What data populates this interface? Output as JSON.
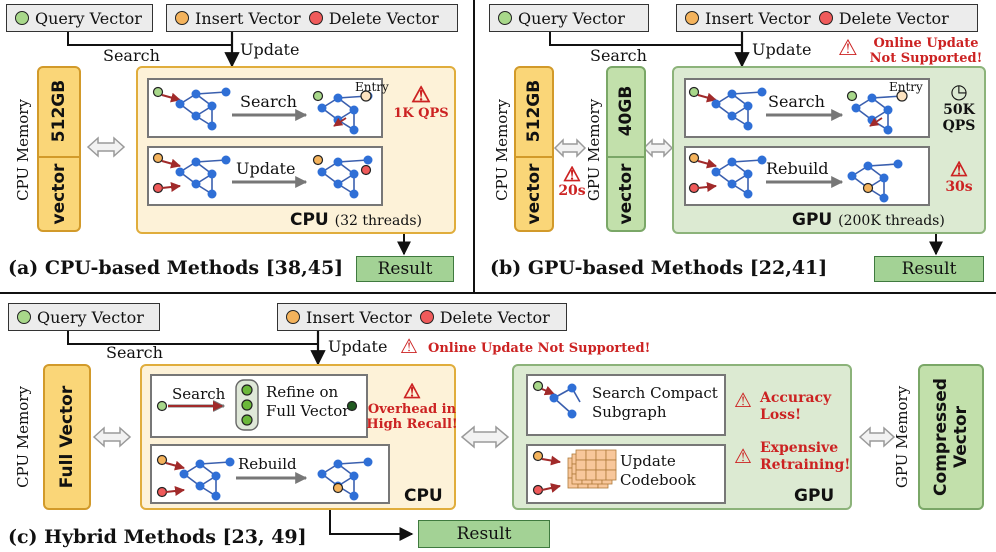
{
  "inputs": {
    "query": "Query Vector",
    "insert": "Insert Vector",
    "delete": "Delete Vector",
    "search": "Search",
    "update": "Update"
  },
  "panel_a": {
    "caption": "(a) CPU-based Methods [38,45]",
    "memory_label": "CPU Memory",
    "memory_size": "512GB",
    "memory_content": "vector",
    "op_search": "Search",
    "op_update": "Update",
    "entry": "Entry",
    "qps": "1K QPS",
    "hw": "CPU",
    "threads": "(32 threads)",
    "result": "Result"
  },
  "panel_b": {
    "caption": "(b) GPU-based Methods [22,41]",
    "cpu_memory_label": "CPU Memory",
    "cpu_memory_size": "512GB",
    "cpu_memory_content": "vector",
    "gpu_memory_label": "GPU Memory",
    "gpu_memory_size": "40GB",
    "gpu_memory_content": "vector",
    "transfer_time": "20s",
    "warning_line1": "Online Update",
    "warning_line2": "Not Supported!",
    "op_search": "Search",
    "op_rebuild": "Rebuild",
    "entry": "Entry",
    "qps_line1": "50K",
    "qps_line2": "QPS",
    "rebuild_time": "30s",
    "hw": "GPU",
    "threads": "(200K threads)",
    "result": "Result"
  },
  "panel_c": {
    "caption": "(c) Hybrid Methods [23, 49]",
    "warning": "Online Update Not Supported!",
    "cpu_memory_label": "CPU Memory",
    "full_vector": "Full Vector",
    "op_search": "Search",
    "refine_line1": "Refine on",
    "refine_line2": "Full Vector",
    "overhead_line1": "Overhead in",
    "overhead_line2": "High Recall!",
    "op_rebuild": "Rebuild",
    "cpu": "CPU",
    "gpu_search_line1": "Search Compact",
    "gpu_search_line2": "Subgraph",
    "accuracy_line1": "Accuracy",
    "accuracy_line2": "Loss!",
    "update_codebook_line1": "Update",
    "update_codebook_line2": "Codebook",
    "retrain_line1": "Expensive",
    "retrain_line2": "Retraining!",
    "gpu": "GPU",
    "gpu_memory_label": "GPU Memory",
    "compressed_line1": "Compressed",
    "compressed_line2": "Vector",
    "result": "Result"
  },
  "colors": {
    "cpu_fill": "#fdf2d8",
    "cpu_border": "#e0ad3c",
    "gpu_fill": "#dcead2",
    "gpu_border": "#8cb37a",
    "warning": "#cc2222",
    "node": "#2f6fd6",
    "arrow": "#a12a2a"
  }
}
